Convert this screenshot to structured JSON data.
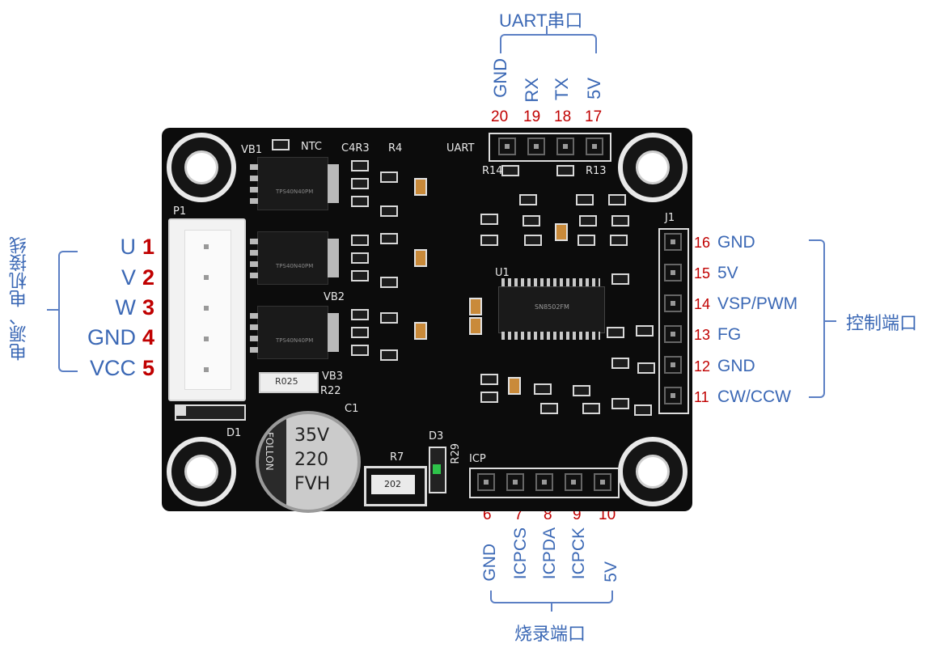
{
  "uart": {
    "title": "UART串口",
    "pins": [
      {
        "name": "GND",
        "num": "20"
      },
      {
        "name": "RX",
        "num": "19"
      },
      {
        "name": "TX",
        "num": "18"
      },
      {
        "name": "5V",
        "num": "17"
      }
    ]
  },
  "motor": {
    "title": "电源、电机接线",
    "pins": [
      {
        "name": "U",
        "num": "1"
      },
      {
        "name": "V",
        "num": "2"
      },
      {
        "name": "W",
        "num": "3"
      },
      {
        "name": "GND",
        "num": "4"
      },
      {
        "name": "VCC",
        "num": "5"
      }
    ]
  },
  "control": {
    "title": "控制端口",
    "pins": [
      {
        "name": "GND",
        "num": "16"
      },
      {
        "name": "5V",
        "num": "15"
      },
      {
        "name": "VSP/PWM",
        "num": "14"
      },
      {
        "name": "FG",
        "num": "13"
      },
      {
        "name": "GND",
        "num": "12"
      },
      {
        "name": "CW/CCW",
        "num": "11"
      }
    ]
  },
  "program": {
    "title": "烧录端口",
    "pins": [
      {
        "name": "GND",
        "num": "6"
      },
      {
        "name": "ICPCS",
        "num": "7"
      },
      {
        "name": "ICPDA",
        "num": "8"
      },
      {
        "name": "ICPCK",
        "num": "9"
      },
      {
        "name": "5V",
        "num": "10"
      }
    ]
  },
  "board": {
    "silk": {
      "vb1": "VB1",
      "ntc": "NTC",
      "c4r3": "C4R3",
      "r4": "R4",
      "uart": "UART",
      "r14": "R14",
      "r13": "R13",
      "p1": "P1",
      "j1": "J1",
      "u1": "U1",
      "d1": "D1",
      "d3": "D3",
      "c1": "C1",
      "r7": "R7",
      "r29": "R29",
      "icp": "ICP",
      "r22": "R22",
      "vb3": "VB3",
      "r025": "R025",
      "vb2": "VB2",
      "cap_voltage": "35V",
      "cap_value": "220",
      "cap_series": "FVH",
      "cap_brand": "FOLLON",
      "res_code": "202",
      "ic_label": "SN8502FM",
      "mosfet_label": "TPS40N40PM"
    }
  }
}
